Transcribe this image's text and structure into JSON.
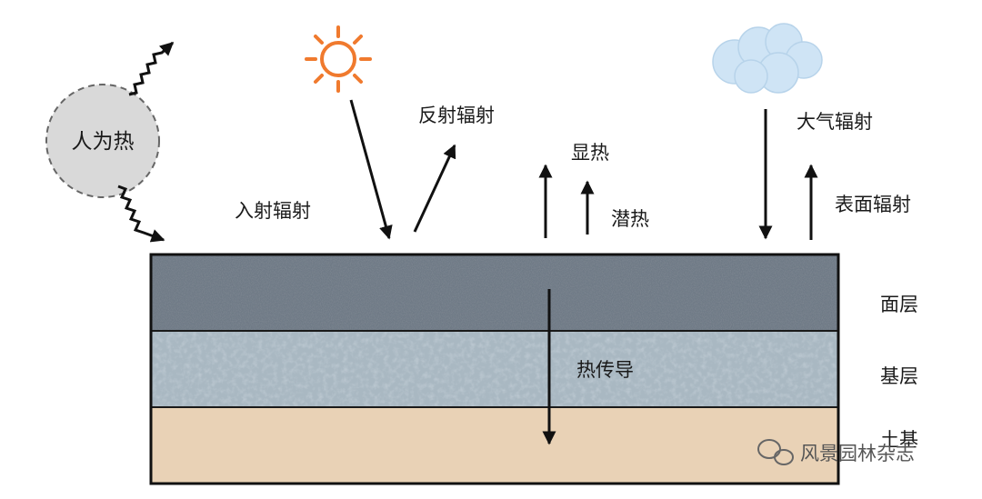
{
  "labels": {
    "anthropogenic_heat": "人为热",
    "incident_radiation": "入射辐射",
    "reflected_radiation": "反射辐射",
    "sensible_heat": "显热",
    "latent_heat": "潜热",
    "atmospheric_radiation": "大气辐射",
    "surface_radiation": "表面辐射",
    "heat_conduction": "热传导"
  },
  "layers": [
    {
      "name": "面层",
      "color": "#6f7a86"
    },
    {
      "name": "基层",
      "color": "#a9b8c2"
    },
    {
      "name": "土基",
      "color": "#e9d2b6"
    }
  ],
  "watermark": {
    "text": "风景园林杂志",
    "icon": "wechat-icon"
  },
  "icons": {
    "sun": "sun-icon",
    "cloud": "cloud-icon"
  },
  "colors": {
    "sun": "#f07a2e",
    "cloud": "#cfe4f5",
    "heat_circle": "#d9d9d9"
  }
}
